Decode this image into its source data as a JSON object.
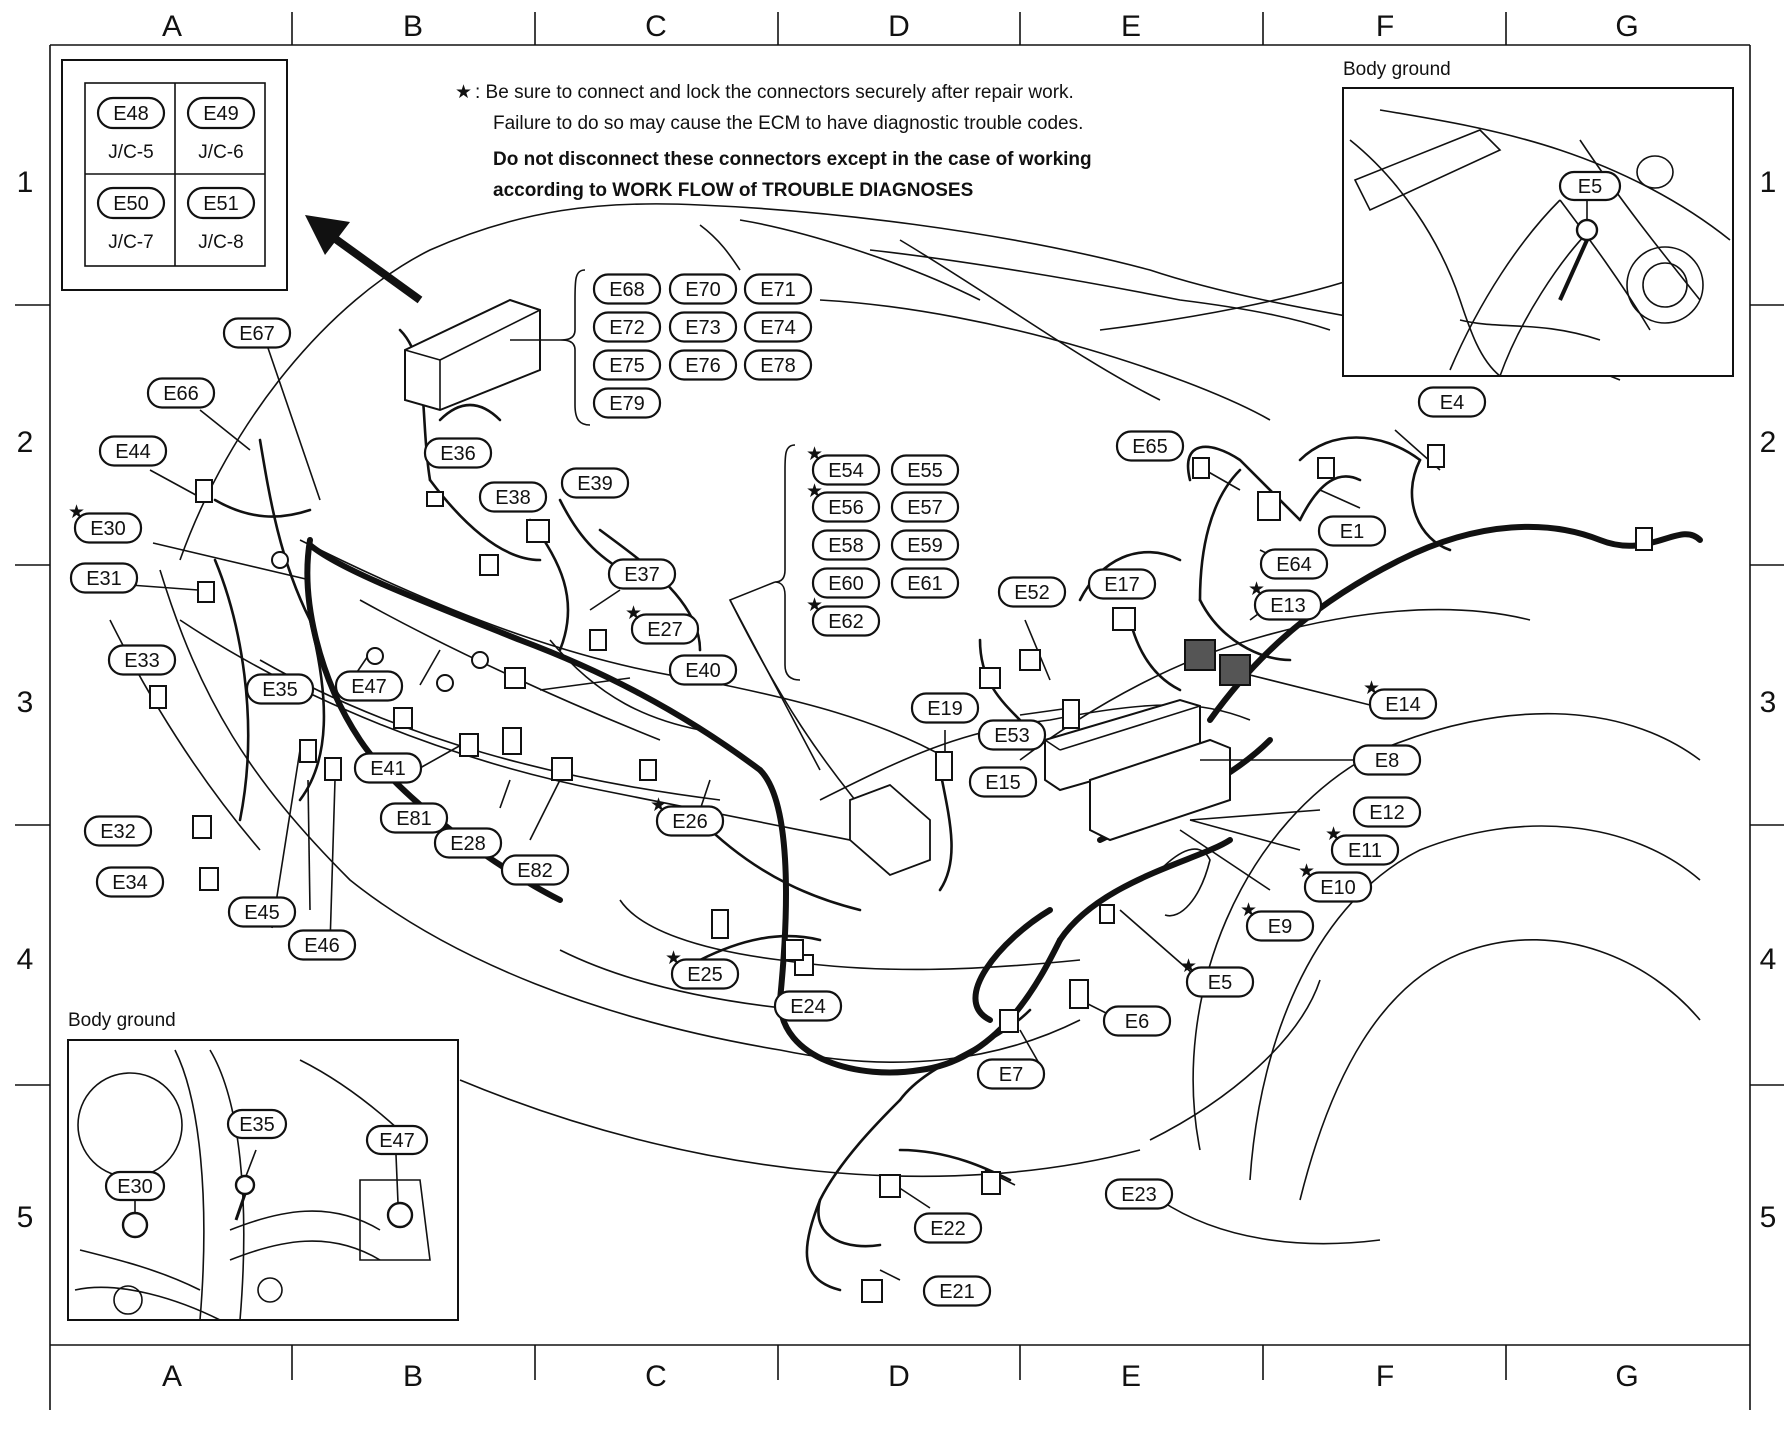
{
  "frame": {
    "columns": [
      "A",
      "B",
      "C",
      "D",
      "E",
      "F",
      "G"
    ],
    "rows": [
      "1",
      "2",
      "3",
      "4",
      "5"
    ]
  },
  "note": {
    "star": "★",
    "line1": ": Be sure to connect and lock the connectors securely after repair work.",
    "line2": "Failure to do so may cause the ECM to have diagnostic trouble codes.",
    "line3": "Do not disconnect these connectors except in the case of working",
    "line4": "according to WORK FLOW of TROUBLE DIAGNOSES"
  },
  "jc_box": {
    "cells": [
      {
        "id": "E48",
        "label": "J/C-5"
      },
      {
        "id": "E49",
        "label": "J/C-6"
      },
      {
        "id": "E50",
        "label": "J/C-7"
      },
      {
        "id": "E51",
        "label": "J/C-8"
      }
    ]
  },
  "inset_top": {
    "title": "Body ground",
    "connector": "E5"
  },
  "inset_bottom": {
    "title": "Body ground",
    "connectors": [
      "E35",
      "E30",
      "E47"
    ]
  },
  "connectors": [
    {
      "id": "E68",
      "star": false
    },
    {
      "id": "E70",
      "star": false
    },
    {
      "id": "E71",
      "star": false
    },
    {
      "id": "E72",
      "star": false
    },
    {
      "id": "E73",
      "star": false
    },
    {
      "id": "E74",
      "star": false
    },
    {
      "id": "E75",
      "star": false
    },
    {
      "id": "E76",
      "star": false
    },
    {
      "id": "E78",
      "star": false
    },
    {
      "id": "E79",
      "star": false
    },
    {
      "id": "E54",
      "star": true
    },
    {
      "id": "E55",
      "star": false
    },
    {
      "id": "E56",
      "star": true
    },
    {
      "id": "E57",
      "star": false
    },
    {
      "id": "E58",
      "star": false
    },
    {
      "id": "E59",
      "star": false
    },
    {
      "id": "E60",
      "star": false
    },
    {
      "id": "E61",
      "star": false
    },
    {
      "id": "E62",
      "star": true
    },
    {
      "id": "E67",
      "star": false
    },
    {
      "id": "E66",
      "star": false
    },
    {
      "id": "E44",
      "star": false
    },
    {
      "id": "E30",
      "star": true
    },
    {
      "id": "E31",
      "star": false
    },
    {
      "id": "E33",
      "star": false
    },
    {
      "id": "E32",
      "star": false
    },
    {
      "id": "E34",
      "star": false
    },
    {
      "id": "E35",
      "star": false
    },
    {
      "id": "E47",
      "star": false
    },
    {
      "id": "E45",
      "star": false
    },
    {
      "id": "E46",
      "star": false
    },
    {
      "id": "E36",
      "star": false
    },
    {
      "id": "E38",
      "star": false
    },
    {
      "id": "E39",
      "star": false
    },
    {
      "id": "E37",
      "star": false
    },
    {
      "id": "E27",
      "star": true
    },
    {
      "id": "E40",
      "star": false
    },
    {
      "id": "E41",
      "star": false
    },
    {
      "id": "E81",
      "star": false
    },
    {
      "id": "E28",
      "star": false
    },
    {
      "id": "E82",
      "star": false
    },
    {
      "id": "E26",
      "star": true
    },
    {
      "id": "E25",
      "star": true
    },
    {
      "id": "E24",
      "star": false
    },
    {
      "id": "E19",
      "star": false
    },
    {
      "id": "E52",
      "star": false
    },
    {
      "id": "E53",
      "star": false
    },
    {
      "id": "E15",
      "star": false
    },
    {
      "id": "E17",
      "star": false
    },
    {
      "id": "E65",
      "star": false
    },
    {
      "id": "E64",
      "star": false
    },
    {
      "id": "E1",
      "star": false
    },
    {
      "id": "E4",
      "star": false
    },
    {
      "id": "E13",
      "star": true
    },
    {
      "id": "E14",
      "star": true
    },
    {
      "id": "E8",
      "star": false
    },
    {
      "id": "E12",
      "star": false
    },
    {
      "id": "E11",
      "star": true
    },
    {
      "id": "E10",
      "star": true
    },
    {
      "id": "E9",
      "star": true
    },
    {
      "id": "E5",
      "star": true
    },
    {
      "id": "E6",
      "star": false
    },
    {
      "id": "E7",
      "star": false
    },
    {
      "id": "E23",
      "star": false
    },
    {
      "id": "E22",
      "star": false
    },
    {
      "id": "E21",
      "star": false
    }
  ]
}
